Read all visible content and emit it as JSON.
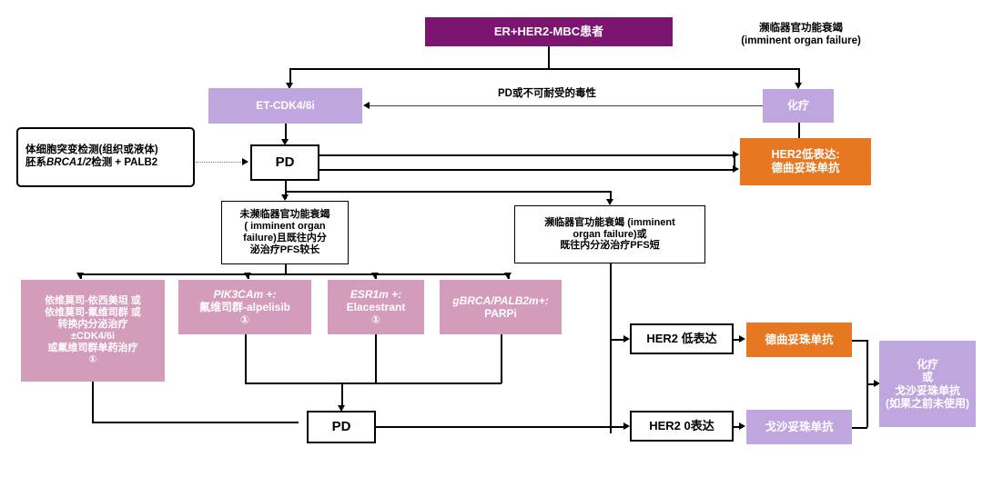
{
  "diagram": {
    "title": "ER+HER2-MBC treatment algorithm flowchart",
    "colors": {
      "dark_purple": "#7B1570",
      "lavender": "#C0A6DE",
      "pink": "#D49CBB",
      "orange": "#E87722",
      "outline": "#000000"
    }
  },
  "nodes": {
    "patient": "ER+HER2-MBC患者",
    "imminent_note_cn": "濒临器官功能衰竭",
    "imminent_note_en": "(imminent organ failure)",
    "et_cdk": "ET-CDK4/6i",
    "pd_or_toxicity": "PD或不可耐受的毒性",
    "chemo": "化疗",
    "pd_1": "PD",
    "testing_line1": "体细胞突变检测(组织或液体)",
    "testing_line2_a": "胚系",
    "testing_line2_b": "BRCA1/2",
    "testing_line2_c": "检测 + PALB2",
    "her2_low_title": "HER2低表达:",
    "her2_low_drug": "德曲妥珠单抗",
    "branch_left_l1": "未濒临器官功能衰竭",
    "branch_left_l2": "( imminent organ",
    "branch_left_l3": "failure)且既往内分",
    "branch_left_l4": "泌治疗PFS较长",
    "branch_right_l1": "濒临器官功能衰竭 (imminent",
    "branch_right_l2": "organ failure)或",
    "branch_right_l3": "既往内分泌治疗PFS短",
    "opt1_l1": "依维莫司-依西美坦 或",
    "opt1_l2": "依维莫司-氟维司群 或",
    "opt1_l3": "转换内分泌治疗",
    "opt1_l4": "±CDK4/6i",
    "opt1_l5": "或氟维司群单药治疗",
    "opt1_mark": "①",
    "opt2_l1": "PIK3CAm +:",
    "opt2_l2": "氟维司群-alpelisib",
    "opt2_mark": "①",
    "opt3_l1": "ESR1m +:",
    "opt3_l2": "Elacestrant",
    "opt3_mark": "①",
    "opt4_l1": "gBRCA/PALB2m+:",
    "opt4_l2": "PARPi",
    "pd_2": "PD",
    "her2_low_box": "HER2 低表达",
    "her2_low_drug_2": "德曲妥珠单抗",
    "her2_zero_box": "HER2 0表达",
    "her2_zero_drug": "戈沙妥珠单抗",
    "final_l1": "化疗",
    "final_l2": "或",
    "final_l3": "戈沙妥珠单抗",
    "final_l4": "(如果之前未使用)"
  }
}
